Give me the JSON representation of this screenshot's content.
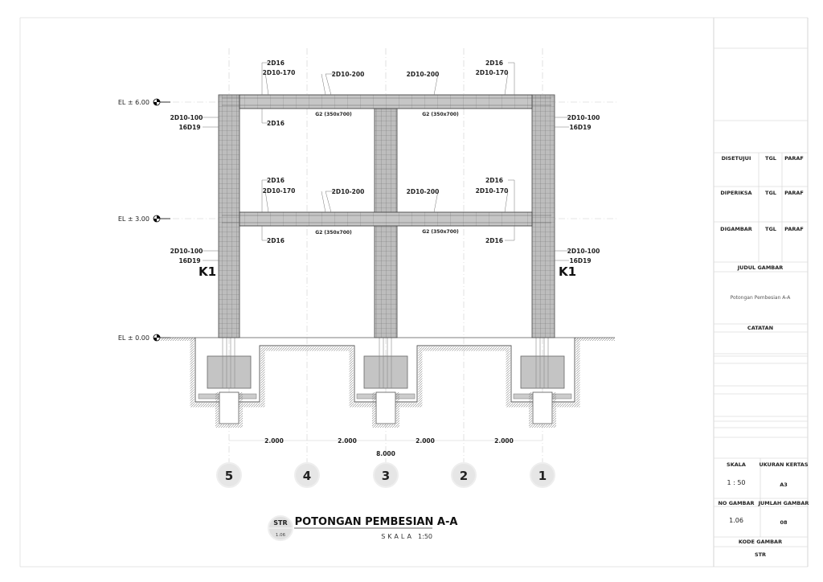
{
  "drawing": {
    "elevations": [
      "EL ± 6.00",
      "EL ± 3.00",
      "EL ± 0.00"
    ],
    "top_floor": {
      "left_top": [
        "2D16",
        "2D10-170"
      ],
      "mid_left": "2D10-200",
      "mid_right": "2D10-200",
      "right_top": [
        "2D16",
        "2D10-170"
      ],
      "left_bottom": "2D16",
      "beam_left": "G2 (350x700)",
      "beam_right": "G2 (350x700)"
    },
    "lower_floor": {
      "left_top": [
        "2D16",
        "2D10-170"
      ],
      "mid_left": "2D10-200",
      "mid_right": "2D10-200",
      "right_top": [
        "2D16",
        "2D10-170"
      ],
      "left_bottom": "2D16",
      "right_bottom": "2D16",
      "beam_left": "G2 (350x700)",
      "beam_right": "G2 (350x700)"
    },
    "column_left_upper": [
      "2D10-100",
      "16D19"
    ],
    "column_right_upper": [
      "2D10-100",
      "16D19"
    ],
    "column_left_lower": [
      "2D10-100",
      "16D19"
    ],
    "column_right_lower": [
      "2D10-100",
      "16D19"
    ],
    "column_tag_left": "K1",
    "column_tag_right": "K1",
    "dimensions": [
      "2.000",
      "2.000",
      "2.000",
      "2.000"
    ],
    "total_dimension": "8.000",
    "grid_axes": [
      "5",
      "4",
      "3",
      "2",
      "1"
    ]
  },
  "title": {
    "bubble_code": "STR",
    "bubble_number": "1.06",
    "main": "POTONGAN PEMBESIAN A-A",
    "scale_label": "SKALA",
    "scale_value": "1:50"
  },
  "title_block": {
    "approval_rows": [
      {
        "role": "DISETUJUI",
        "date": "TGL",
        "sign": "PARAF"
      },
      {
        "role": "DIPERIKSA",
        "date": "TGL",
        "sign": "PARAF"
      },
      {
        "role": "DIGAMBAR",
        "date": "TGL",
        "sign": "PARAF"
      }
    ],
    "judul_label": "JUDUL GAMBAR",
    "judul_value": "Potongan Pembesian A-A",
    "catatan_label": "CATATAN",
    "skala_label": "SKALA",
    "skala_value": "1 : 50",
    "ukuran_label": "UKURAN KERTAS",
    "ukuran_value": "A3",
    "no_label": "NO GAMBAR",
    "no_value": "1.06",
    "jumlah_label": "JUMLAH GAMBAR",
    "jumlah_value": "08",
    "kode_label": "KODE GAMBAR",
    "kode_value": "STR"
  }
}
